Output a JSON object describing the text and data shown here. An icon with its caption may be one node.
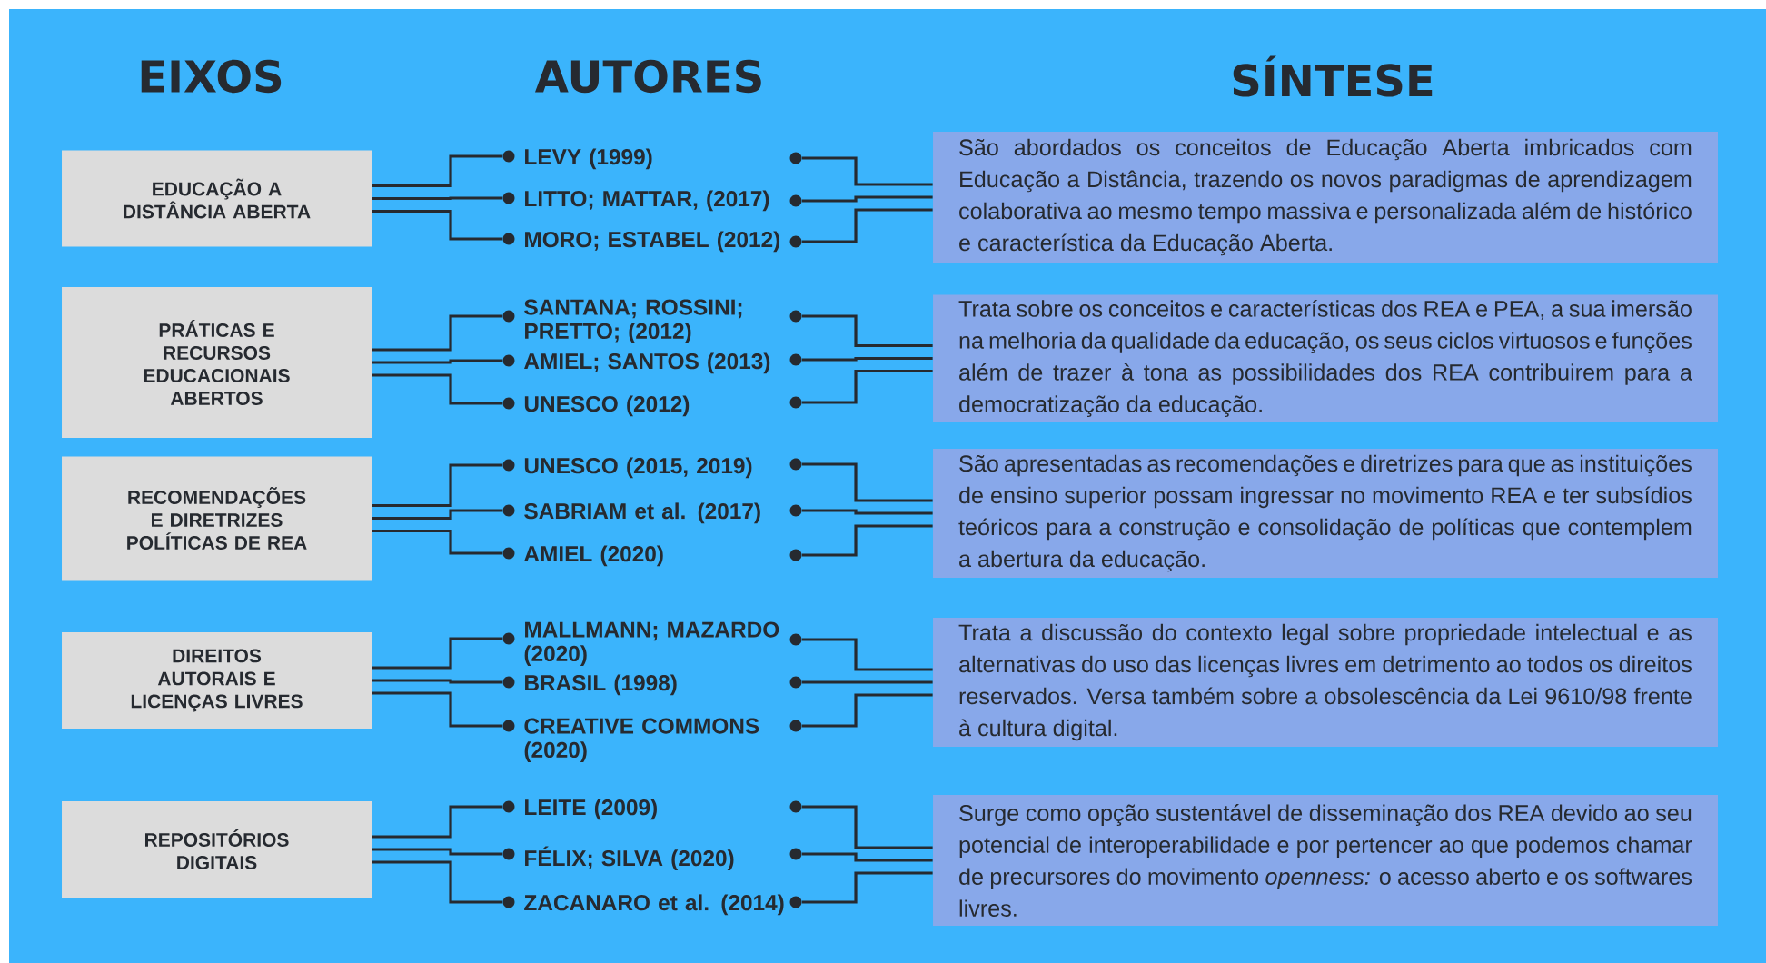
{
  "diagram": {
    "nodes": [
      {
        "text": [
          "EDUCAÇÃO A DISTÂNCIA ABERTA"
        ]
      },
      {
        "text": [],
        "shape": "circle"
      },
      {
        "text": [],
        "shape": "circle"
      },
      {
        "text": [],
        "shape": "circle"
      },
      {
        "text": [],
        "shape": "circle"
      },
      {
        "text": [],
        "shape": "circle"
      },
      {
        "text": [],
        "shape": "circle"
      },
      {
        "text": [
          "São abordados os conceitos de Educação Aberta imbricados com Educação a Distância, trazendo os novos paradigmas de aprendizagem colaborativa ao mesmo tempo massiva e personalizada além de histórico e característica da Educação Aberta."
        ]
      },
      {
        "text": [
          "PRÁTICAS E RECURSOS EDUCACIONAIS ABERTOS"
        ]
      },
      {
        "text": [],
        "shape": "circle"
      },
      {
        "text": [],
        "shape": "circle"
      },
      {
        "text": [],
        "shape": "circle"
      },
      {
        "text": [],
        "shape": "circle"
      },
      {
        "text": [],
        "shape": "circle"
      },
      {
        "text": [],
        "shape": "circle"
      },
      {
        "text": [
          "Trata sobre os conceitos e características dos REA e PEA, a sua imersão na melhoria da qualidade da educação, os seus ciclos virtuosos e funções além de trazer à tona as possibilidades dos REA contribuirem para a democratização da educação."
        ]
      },
      {
        "text": [
          "RECOMENDAÇÕES E DIRETRIZES POLÍTICAS DE REA"
        ]
      },
      {
        "text": [],
        "shape": "circle"
      },
      {
        "text": [],
        "shape": "circle"
      },
      {
        "text": [],
        "shape": "circle"
      },
      {
        "text": [],
        "shape": "circle"
      },
      {
        "text": [],
        "shape": "circle"
      },
      {
        "text": [],
        "shape": "circle"
      },
      {
        "text": [
          "São apresentadas as recomendações e diretrizes para que as instituições de ensino superior possam ingressar no movimento REA e ter subsídios teóricos para a construção e consolidação de políticas que contemplem a abertura da educação."
        ]
      },
      {
        "text": [
          "DIREITOS AUTORAIS E LICENÇAS LIVRES"
        ]
      },
      {
        "text": [],
        "shape": "circle"
      },
      {
        "text": [],
        "shape": "circle"
      },
      {
        "text": [],
        "shape": "circle"
      },
      {
        "text": [],
        "shape": "circle"
      },
      {
        "text": [],
        "shape": "circle"
      },
      {
        "text": [],
        "shape": "circle"
      },
      {
        "text": [
          "Trata a discussão do contexto legal sobre propriedade intelectual e as alternativas do uso das licenças livres em detrimento ao todos os direitos reservados. Versa também sobre a obsolescência da Lei 9610/98 frente à cultura digital."
        ]
      },
      {
        "text": [
          "REPOSITÓRIOS DIGITAIS"
        ]
      },
      {
        "text": [],
        "shape": "circle"
      },
      {
        "text": [],
        "shape": "circle"
      },
      {
        "text": [],
        "shape": "circle"
      },
      {
        "text": [],
        "shape": "circle"
      },
      {
        "text": [],
        "shape": "circle"
      },
      {
        "text": [],
        "shape": "circle"
      },
      {
        "text": [
          "Surge como opção sustentável de disseminação dos REA devido ao seu potencial de interoperabilidade e por pertencer ao que podemos chamar de precursores do movimento *openness:* o acesso aberto e os softwares livres."
        ]
      }
    ],
    "edges": [
      {
        "from": 0,
        "to": 1,
        "arrow": "none"
      },
      {
        "from": 0,
        "to": 2,
        "arrow": "none"
      },
      {
        "from": 0,
        "to": 3,
        "arrow": "none"
      },
      {
        "from": 7,
        "to": 4,
        "arrow": "none"
      },
      {
        "from": 7,
        "to": 5,
        "arrow": "none"
      },
      {
        "from": 7,
        "to": 6,
        "arrow": "none"
      },
      {
        "from": 8,
        "to": 9,
        "arrow": "none"
      },
      {
        "from": 8,
        "to": 10,
        "arrow": "none"
      },
      {
        "from": 8,
        "to": 11,
        "arrow": "none"
      },
      {
        "from": 15,
        "to": 12,
        "arrow": "none"
      },
      {
        "from": 15,
        "to": 13,
        "arrow": "none"
      },
      {
        "from": 15,
        "to": 14,
        "arrow": "none"
      },
      {
        "from": 16,
        "to": 17,
        "arrow": "none"
      },
      {
        "from": 16,
        "to": 18,
        "arrow": "none"
      },
      {
        "from": 16,
        "to": 19,
        "arrow": "none"
      },
      {
        "from": 23,
        "to": 20,
        "arrow": "none"
      },
      {
        "from": 23,
        "to": 21,
        "arrow": "none"
      },
      {
        "from": 23,
        "to": 22,
        "arrow": "none"
      },
      {
        "from": 24,
        "to": 25,
        "arrow": "none"
      },
      {
        "from": 24,
        "to": 26,
        "arrow": "none"
      },
      {
        "from": 24,
        "to": 27,
        "arrow": "none"
      },
      {
        "from": 31,
        "to": 28,
        "arrow": "none"
      },
      {
        "from": 31,
        "to": 29,
        "arrow": "none"
      },
      {
        "from": 31,
        "to": 30,
        "arrow": "none"
      },
      {
        "from": 32,
        "to": 33,
        "arrow": "none"
      },
      {
        "from": 32,
        "to": 34,
        "arrow": "none"
      },
      {
        "from": 32,
        "to": 35,
        "arrow": "none"
      },
      {
        "from": 39,
        "to": 36,
        "arrow": "none"
      },
      {
        "from": 39,
        "to": 37,
        "arrow": "none"
      },
      {
        "from": 39,
        "to": 38,
        "arrow": "none"
      }
    ],
    "labels": [
      "EIXOS",
      "AUTORES",
      "SÍNTESE",
      "LEVY (1999)",
      "LITTO; MATTAR, (2017)",
      "MORO; ESTABEL (2012)",
      "SANTANA; ROSSINI; PRETTO; (2012)",
      "AMIEL; SANTOS (2013)",
      "UNESCO (2012)",
      "UNESCO (2015, 2019)",
      "SABRIAM et al. (2017)",
      "AMIEL (2020)",
      "MALLMANN; MAZARDO (2020)",
      "BRASIL (1998)",
      "CREATIVE COMMONS (2020)",
      "LEITE (2009)",
      "FÉLIX; SILVA (2020)",
      "ZACANARO et al. (2014)"
    ]
  }
}
